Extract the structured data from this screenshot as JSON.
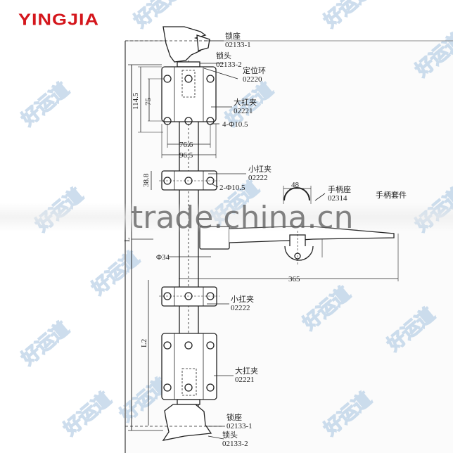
{
  "brand": {
    "logo_text": "YINGJIA",
    "logo_color": "#d4161c"
  },
  "watermark": {
    "text": "好运道",
    "color": "#b8cfe6",
    "overlay_text": "trade.china.cn"
  },
  "labels": {
    "top_lock_seat": {
      "name": "锁座",
      "code": "02133-1"
    },
    "top_lock_head": {
      "name": "锁头",
      "code": "02133-2"
    },
    "locating_ring": {
      "name": "定位环",
      "code": "02220"
    },
    "big_clamp_top": {
      "name": "大扛夹",
      "code": "02221"
    },
    "small_clamp_top": {
      "name": "小扛夹",
      "code": "02222"
    },
    "handle_seat": {
      "name": "手柄座",
      "code": "02314"
    },
    "handle_kit": {
      "name": "手柄套件"
    },
    "small_clamp_bottom": {
      "name": "小扛夹",
      "code": "02222"
    },
    "big_clamp_bottom": {
      "name": "大扛夹",
      "code": "02221"
    },
    "bottom_lock_seat": {
      "name": "锁座",
      "code": "02133-1"
    },
    "bottom_lock_head": {
      "name": "锁头",
      "code": "02133-2"
    }
  },
  "dimensions": {
    "big_clamp_height": "114.5",
    "hole_spacing_vertical": "75",
    "holes_big": "4-Φ10.5",
    "hole_spacing_horizontal": "76.6",
    "big_clamp_width": "96.5",
    "small_clamp_height": "38.8",
    "holes_small": "2-Φ10.5",
    "handle_width": "48",
    "pipe_diameter": "Φ34",
    "handle_length": "365",
    "total_length": "L",
    "lower_length": "L2"
  }
}
